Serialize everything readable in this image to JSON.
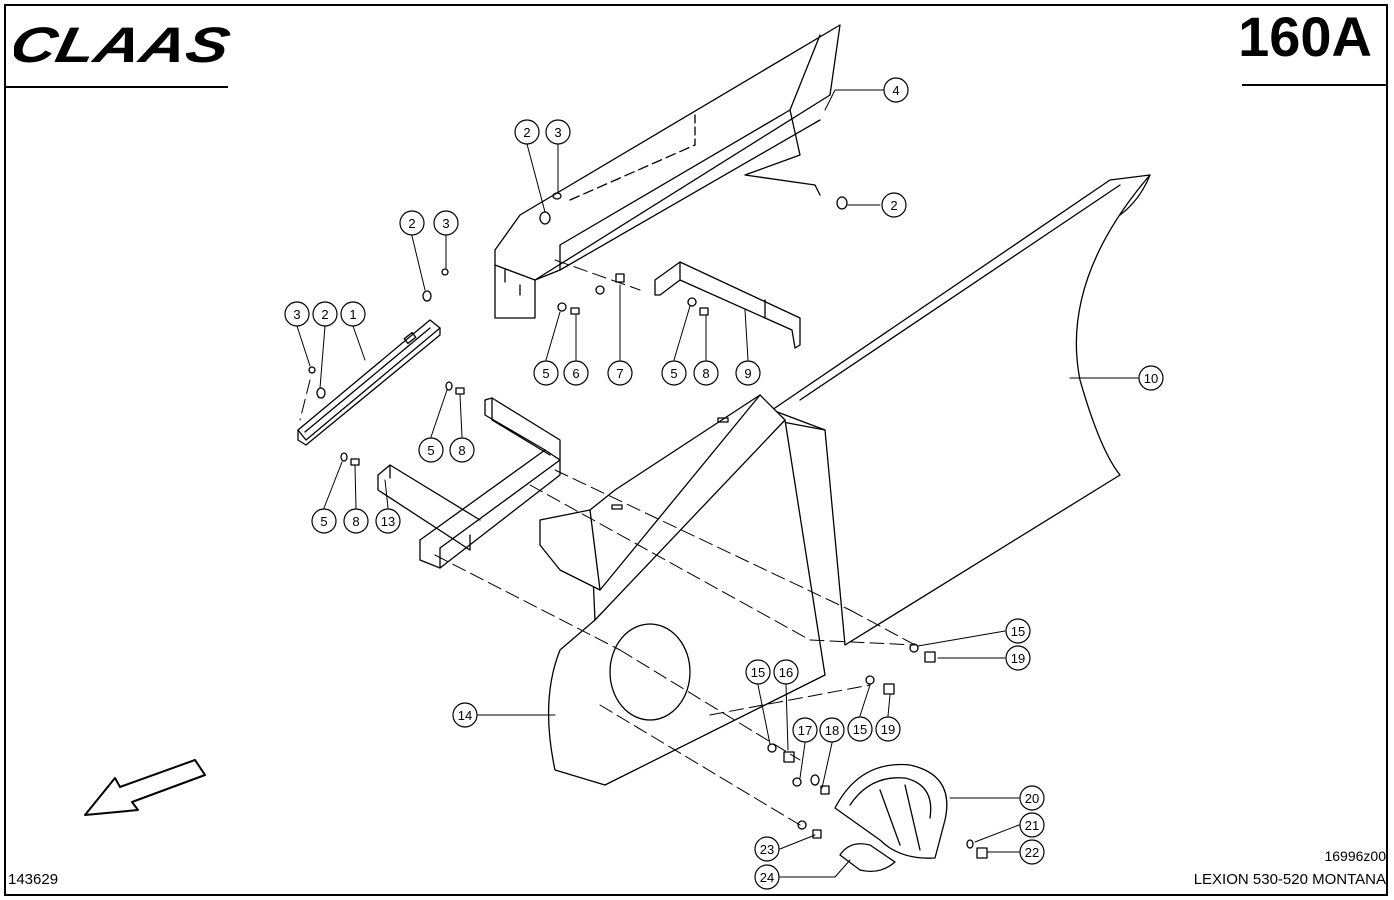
{
  "header": {
    "brand": "CLAAS",
    "page_number": "160A"
  },
  "footer": {
    "catalog_number": "143629",
    "drawing_number": "16996z00",
    "machine_model": "LEXION 530-520 MONTANA"
  },
  "icons": {
    "direction_arrow": "travel-direction-arrow-icon"
  },
  "callouts": [
    {
      "id": "c4",
      "label": "4"
    },
    {
      "id": "c2a",
      "label": "2"
    },
    {
      "id": "c3a",
      "label": "3"
    },
    {
      "id": "c2b",
      "label": "2"
    },
    {
      "id": "c2c",
      "label": "2"
    },
    {
      "id": "c3b",
      "label": "3"
    },
    {
      "id": "c3c",
      "label": "3"
    },
    {
      "id": "c2d",
      "label": "2"
    },
    {
      "id": "c1",
      "label": "1"
    },
    {
      "id": "c5a",
      "label": "5"
    },
    {
      "id": "c6",
      "label": "6"
    },
    {
      "id": "c7",
      "label": "7"
    },
    {
      "id": "c5b",
      "label": "5"
    },
    {
      "id": "c8a",
      "label": "8"
    },
    {
      "id": "c9",
      "label": "9"
    },
    {
      "id": "c10",
      "label": "10"
    },
    {
      "id": "c5c",
      "label": "5"
    },
    {
      "id": "c8b",
      "label": "8"
    },
    {
      "id": "c5d",
      "label": "5"
    },
    {
      "id": "c8c",
      "label": "8"
    },
    {
      "id": "c13",
      "label": "13"
    },
    {
      "id": "c15a",
      "label": "15"
    },
    {
      "id": "c19a",
      "label": "19"
    },
    {
      "id": "c15b",
      "label": "15"
    },
    {
      "id": "c16",
      "label": "16"
    },
    {
      "id": "c17",
      "label": "17"
    },
    {
      "id": "c18",
      "label": "18"
    },
    {
      "id": "c15c",
      "label": "15"
    },
    {
      "id": "c19b",
      "label": "19"
    },
    {
      "id": "c14",
      "label": "14"
    },
    {
      "id": "c20",
      "label": "20"
    },
    {
      "id": "c21",
      "label": "21"
    },
    {
      "id": "c22",
      "label": "22"
    },
    {
      "id": "c23",
      "label": "23"
    },
    {
      "id": "c24",
      "label": "24"
    }
  ]
}
